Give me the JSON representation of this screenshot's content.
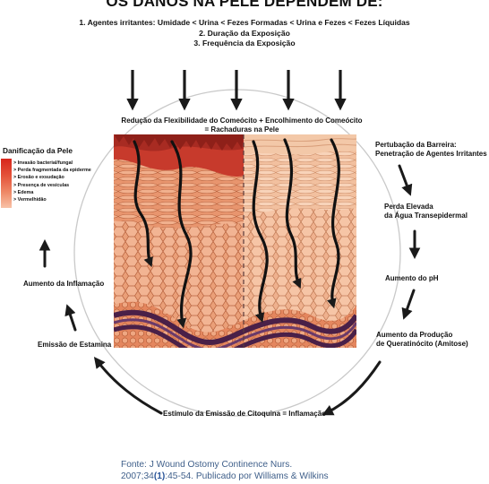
{
  "title": "OS DANOS NA PELE DEPENDEM DE:",
  "factors": [
    "1. Agentes irritantes: Umidade < Urina < Fezes Formadas < Urina e Fezes < Fezes Líquidas",
    "2. Duração da Exposição",
    "3. Frequência da Exposição"
  ],
  "top_label": {
    "line1": "Redução da Flexibilidade do Comeócito + Encolhimento do Comeócito",
    "line2": "= Rachaduras na Pele"
  },
  "right_labels": {
    "barrier_line1": "Pertubação da Barreira:",
    "barrier_line2": "Penetração de Agentes Irritantes",
    "water_line1": "Perda Elevada",
    "water_line2": "da Água Transepidermal",
    "ph": "Aumento do pH",
    "kerat_line1": "Aumento da Produção",
    "kerat_line2": "de Queratinócito (Amitose)"
  },
  "bottom_label": "Estímulo da Emissão de Citoquina = Inflamação",
  "left_labels": {
    "histamine": "Emissão de Estamina",
    "inflammation": "Aumento da Inflamação"
  },
  "skin_damage": {
    "title": "Danificação da Pele",
    "items": [
      "> Invasão bacterial/fungal",
      "> Perda fragmentada da epiderme",
      "> Erosão e exsudação",
      "> Presença de vesículas",
      "> Edema",
      "> Vermelhidão"
    ],
    "gradient_colors": [
      "#d7261c",
      "#f8c3a8"
    ]
  },
  "source": {
    "line1": "Fonte: J Wound Ostomy Continence Nurs.",
    "line2_pre": "2007;34",
    "line2_issue": "(1)",
    "line2_post": ":45-54. Publicado por Williams & Wilkins"
  },
  "colors": {
    "arrow": "#1a1a1a",
    "circle": "#c9c9c9",
    "damaged_top": "#c73a2c",
    "healthy_top": "#f3c8a8",
    "cells": "#e9a27b",
    "basement": "#4a2048",
    "source_text": "#3f5f8a"
  }
}
